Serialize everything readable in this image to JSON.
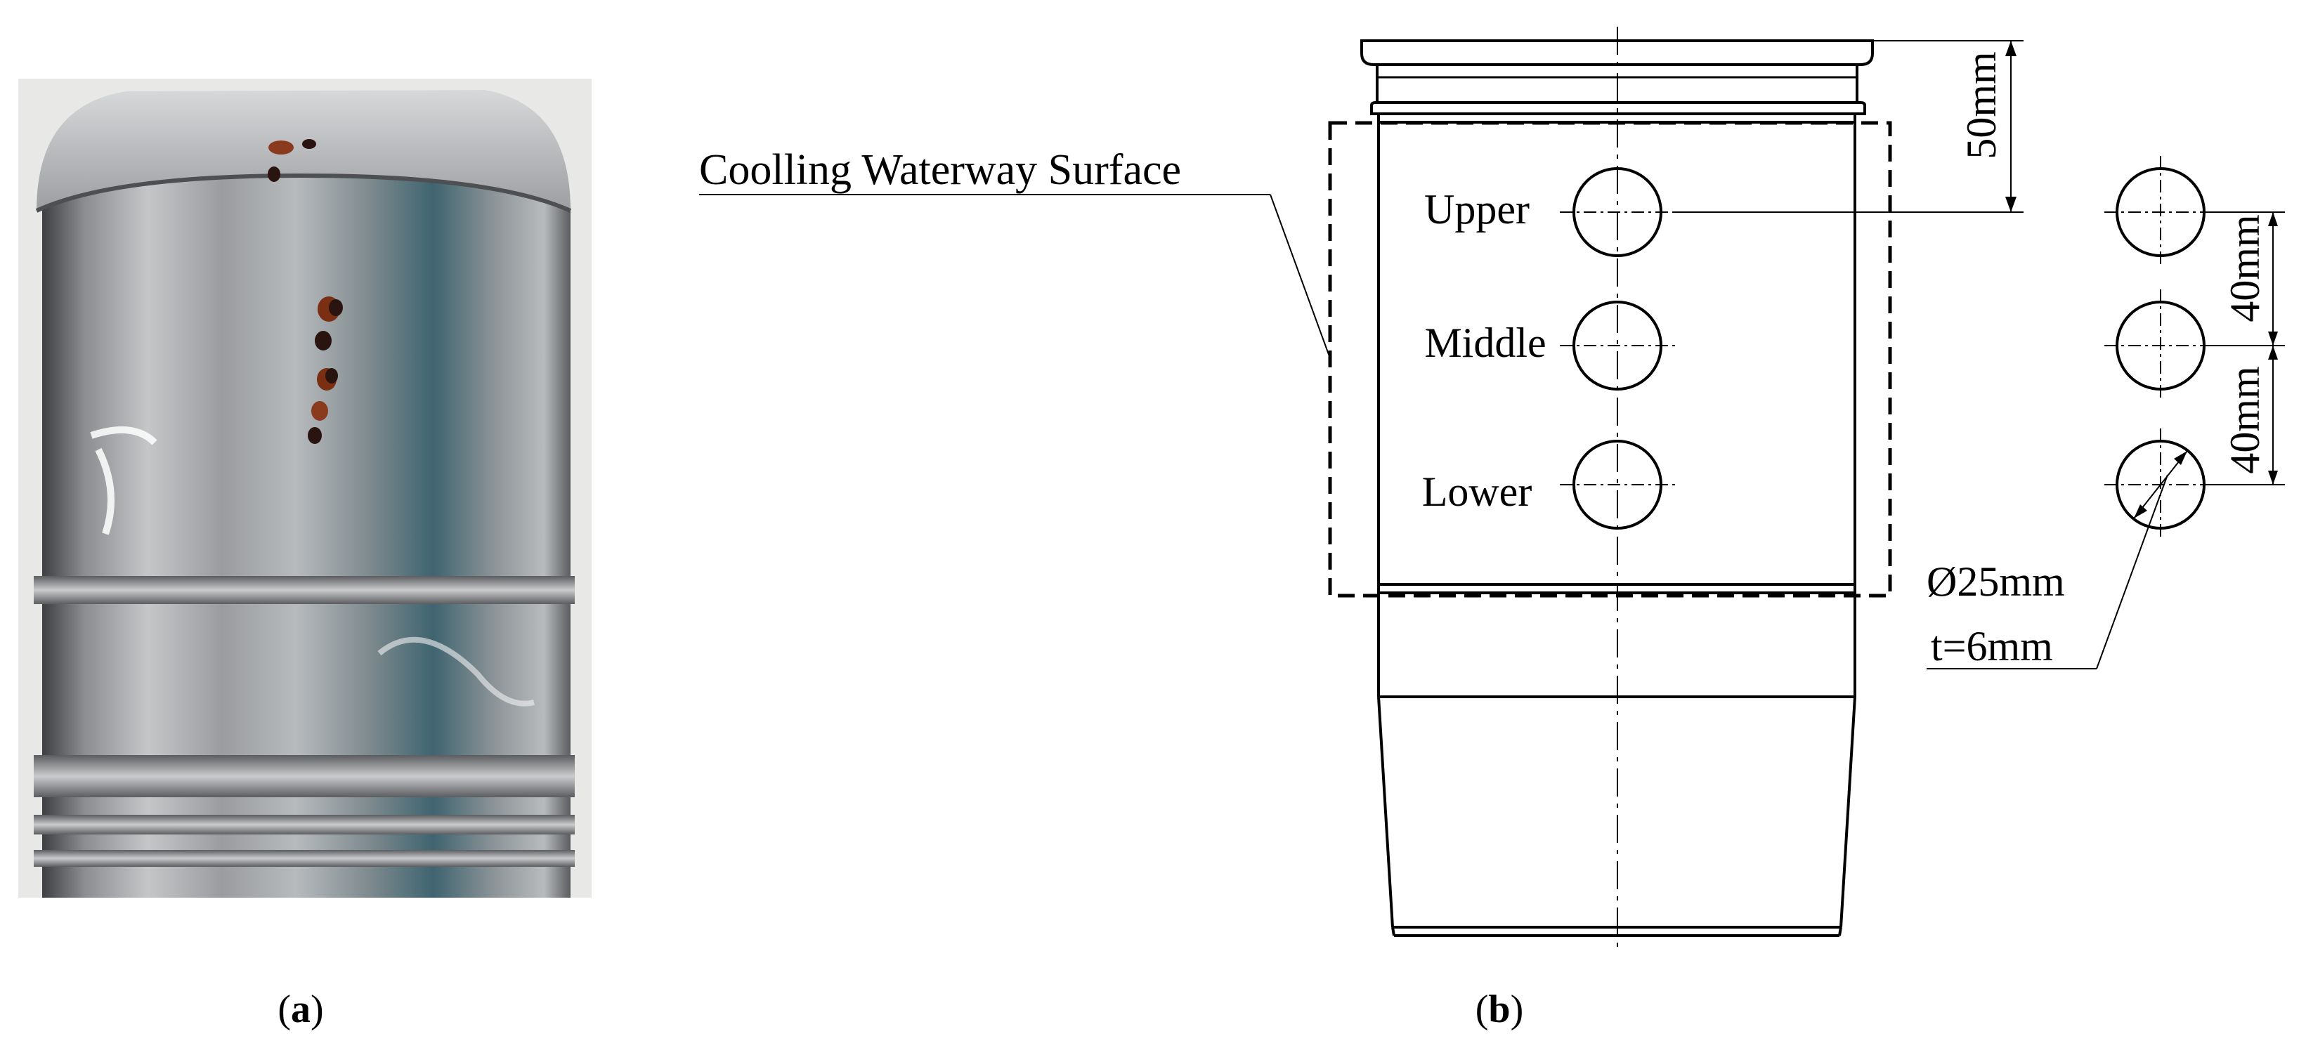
{
  "panel_a": {
    "caption_letter": "a",
    "photo_description_icon": "cylinder-liner-photo"
  },
  "panel_b": {
    "caption_letter": "b",
    "surface_label": "Coolling Waterway Surface",
    "positions": [
      "Upper",
      "Middle",
      "Lower"
    ],
    "dim_top": "50mm",
    "dim_spacing_1": "40mm",
    "dim_spacing_2": "40mm",
    "diameter": "Ø25mm",
    "thickness": "t=6mm"
  }
}
